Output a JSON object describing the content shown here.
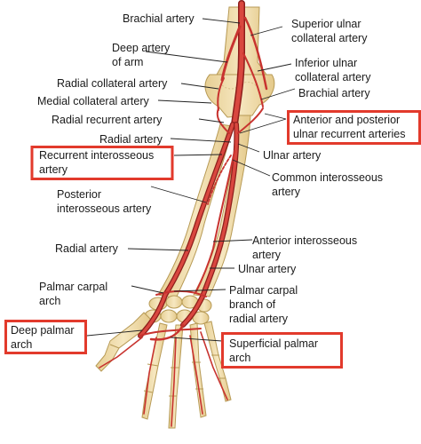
{
  "labels": {
    "brachial_artery_top": "Brachial artery",
    "superior_ulnar_1": "Superior ulnar",
    "superior_ulnar_2": "collateral artery",
    "deep_artery_1": "Deep artery",
    "deep_artery_2": "of arm",
    "inferior_ulnar_1": "Inferior ulnar",
    "inferior_ulnar_2": "collateral artery",
    "radial_collateral": "Radial collateral artery",
    "brachial_artery_right": "Brachial artery",
    "medial_collateral": "Medial collateral artery",
    "radial_recurrent": "Radial recurrent artery",
    "ant_post_ulnar_1": "Anterior and posterior",
    "ant_post_ulnar_2": "ulnar recurrent arteries",
    "radial_artery_upper": "Radial artery",
    "recurrent_interosseous_1": "Recurrent interosseous",
    "recurrent_interosseous_2": "artery",
    "ulnar_artery_upper": "Ulnar artery",
    "common_interosseous_1": "Common interosseous",
    "common_interosseous_2": "artery",
    "posterior_interosseous_1": "Posterior",
    "posterior_interosseous_2": "interosseous artery",
    "anterior_interosseous_1": "Anterior interosseous",
    "anterior_interosseous_2": "artery",
    "radial_artery_lower": "Radial artery",
    "ulnar_artery_lower": "Ulnar artery",
    "palmar_carpal_arch_1": "Palmar carpal",
    "palmar_carpal_arch_2": "arch",
    "palmar_carpal_branch_1": "Palmar carpal",
    "palmar_carpal_branch_2": "branch of",
    "palmar_carpal_branch_3": "radial artery",
    "deep_palmar_1": "Deep palmar",
    "deep_palmar_2": "arch",
    "superficial_palmar_1": "Superficial palmar",
    "superficial_palmar_2": "arch"
  },
  "colors": {
    "artery": "#c8332f",
    "artery_dark": "#8e1f1c",
    "bone": "#f3e2b6",
    "bone_outline": "#b79a55",
    "skin": "#f7efd9",
    "highlight_box": "#e23a2c",
    "leader": "#222222"
  }
}
